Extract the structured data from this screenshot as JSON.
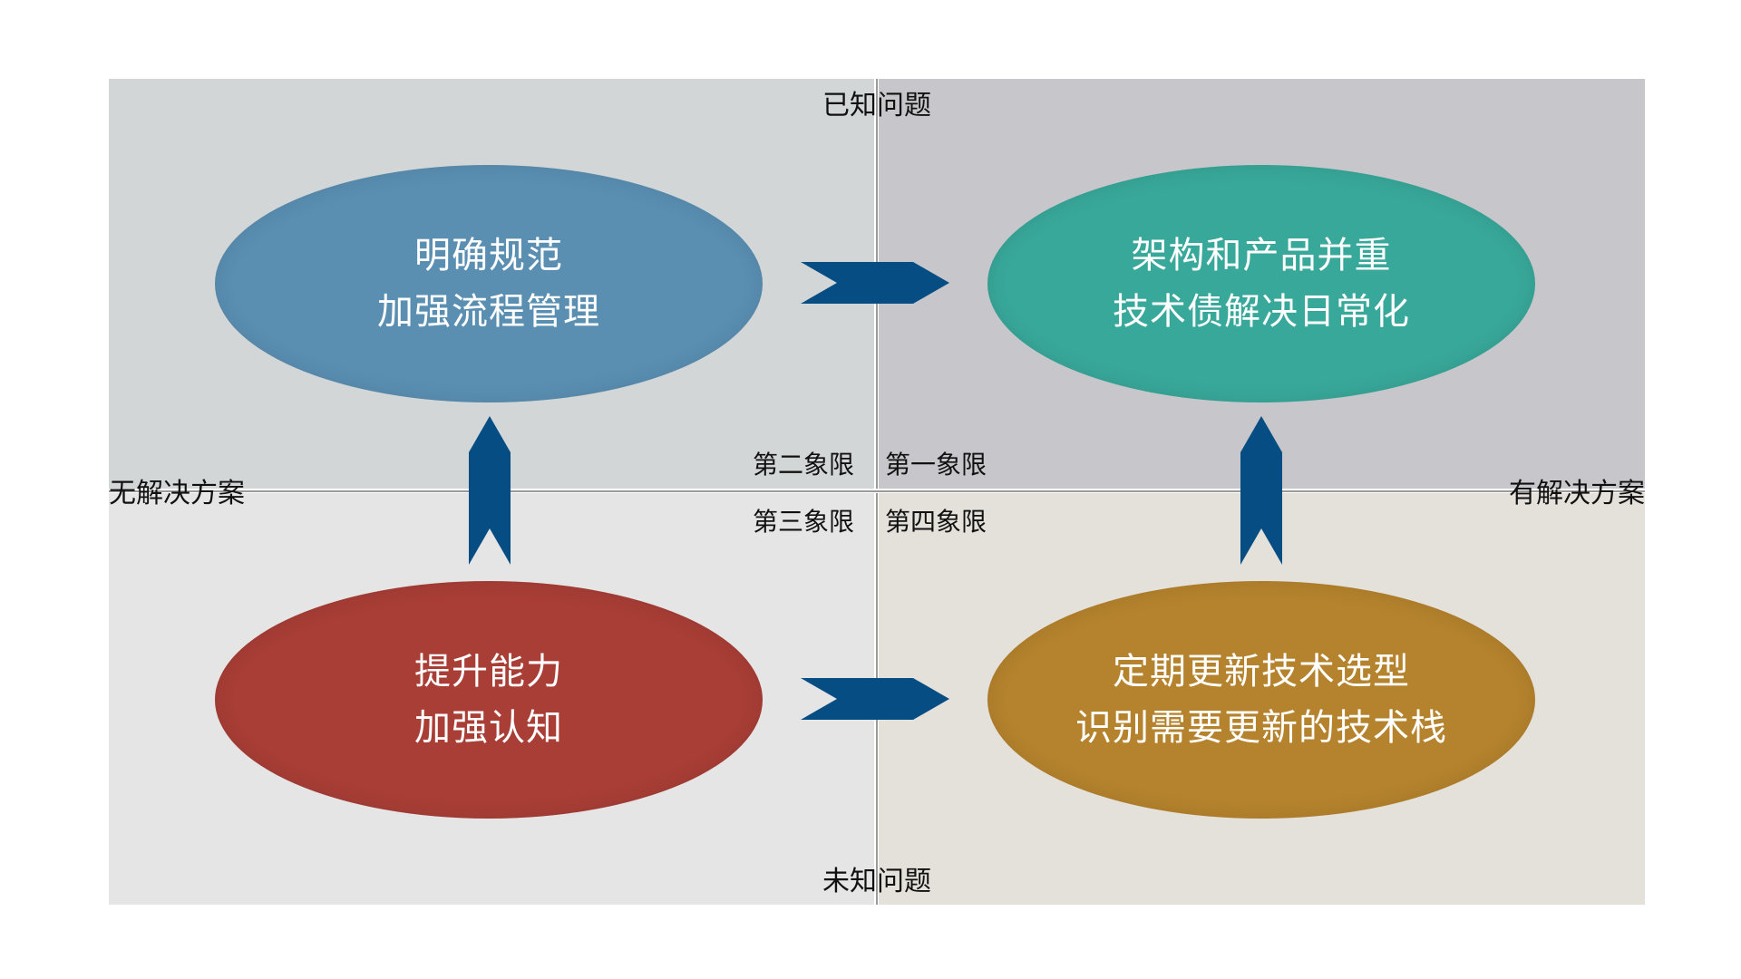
{
  "colors": {
    "quadrant_top_left": "#d3d6d7",
    "quadrant_top_right": "#c7c6cb",
    "quadrant_bottom_left": "#e5e5e5",
    "quadrant_bottom_right": "#e4e0da",
    "ellipse_top_left": "#5a8fb2",
    "ellipse_top_right": "#38a89a",
    "ellipse_bottom_left": "#a83e36",
    "ellipse_bottom_right": "#b5832d",
    "arrow": "#064d84"
  },
  "axes": {
    "top": "已知问题",
    "bottom": "未知问题",
    "left": "无解决方案",
    "right": "有解决方案"
  },
  "quadrant_labels": {
    "q1": "第一象限",
    "q2": "第二象限",
    "q3": "第三象限",
    "q4": "第四象限"
  },
  "ellipses": {
    "top_left": {
      "line1": "明确规范",
      "line2": "加强流程管理"
    },
    "top_right": {
      "line1": "架构和产品并重",
      "line2": "技术债解决日常化"
    },
    "bottom_left": {
      "line1": "提升能力",
      "line2": "加强认知"
    },
    "bottom_right": {
      "line1": "定期更新技术选型",
      "line2": "识别需要更新的技术栈"
    }
  }
}
